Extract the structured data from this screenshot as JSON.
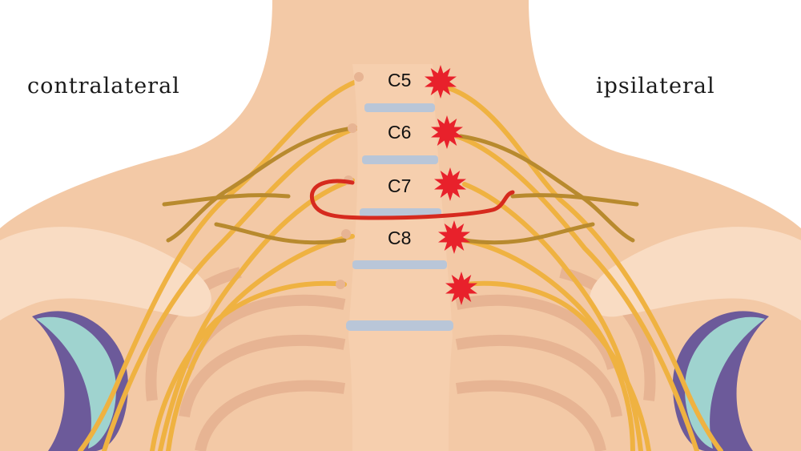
{
  "labels": {
    "left_side": "contralateral",
    "right_side": "ipsilateral"
  },
  "vertebrae": [
    {
      "id": "c5",
      "label": "C5"
    },
    {
      "id": "c6",
      "label": "C6"
    },
    {
      "id": "c7",
      "label": "C7"
    },
    {
      "id": "c8",
      "label": "C8"
    }
  ],
  "colors": {
    "skin": "#f3c9a6",
    "skin_light": "#f9dcc3",
    "skin_shadow": "#e7b493",
    "spine": "#f6cfae",
    "disc": "#b9c6d8",
    "nerve": "#efb241",
    "nerve_dark": "#b88a2e",
    "stimulus": "#e8212b",
    "crossing_nerve": "#d62a1e",
    "joint_teal": "#9fd3cf",
    "joint_purple": "#6c5a9a"
  }
}
